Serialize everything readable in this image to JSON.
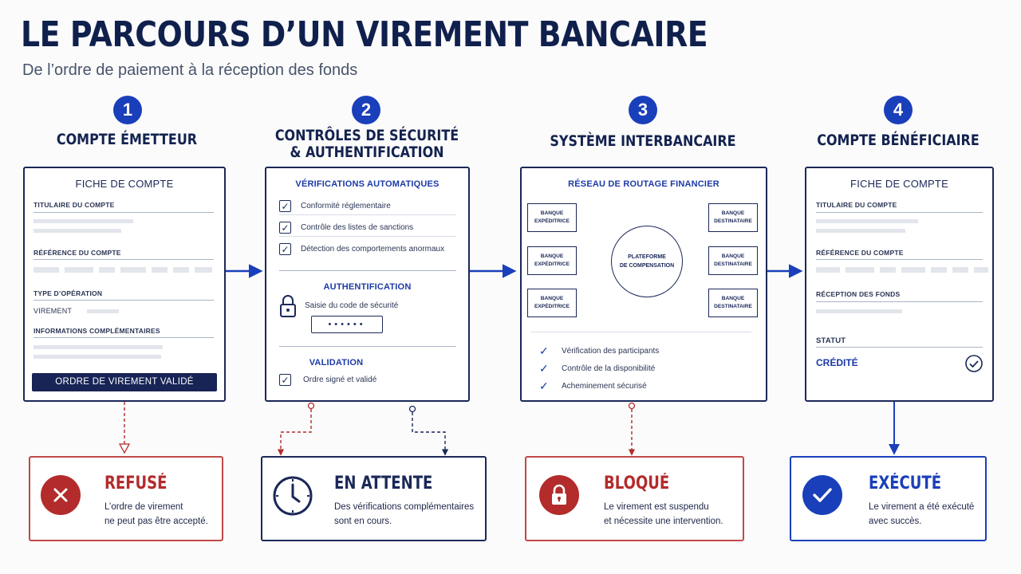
{
  "header": {
    "title": "LE PARCOURS D’UN VIREMENT BANCAIRE",
    "subtitle": "De l’ordre de paiement à la réception des fonds"
  },
  "colors": {
    "navy": "#1b2858",
    "blue": "#1a3fba",
    "red": "#b32b2b"
  },
  "steps": [
    {
      "number": "1",
      "title": "COMPTE ÉMETTEUR",
      "card": {
        "title": "FICHE DE COMPTE",
        "holder_label": "TITULAIRE DU COMPTE",
        "reference_label": "RÉFÉRENCE DU COMPTE",
        "operation_label": "TYPE D’OPÉRATION",
        "operation_value": "VIREMENT",
        "info_label": "INFORMATIONS COMPLÉMENTAIRES",
        "button": "ORDRE DE VIREMENT VALIDÉ"
      }
    },
    {
      "number": "2",
      "title_line1": "CONTRÔLES DE SÉCURITÉ",
      "title_line2": "& AUTHENTIFICATION",
      "card": {
        "auto_title": "VÉRIFICATIONS AUTOMATIQUES",
        "checks": [
          "Conformité réglementaire",
          "Contrôle des listes de sanctions",
          "Détection des comportements anormaux"
        ],
        "auth_title": "AUTHENTIFICATION",
        "auth_text": "Saisie du code de sécurité",
        "pin": "••••••",
        "validation_title": "VALIDATION",
        "validation_text": "Ordre signé et validé",
        "lock_icon": "padlock-icon"
      }
    },
    {
      "number": "3",
      "title": "SYSTÈME INTERBANCAIRE",
      "card": {
        "title": "RÉSEAU DE ROUTAGE FINANCIER",
        "sender_bank_line1": "BANQUE",
        "sender_bank_line2": "EXPÉDITRICE",
        "dest_bank_line1": "BANQUE",
        "dest_bank_line2": "DESTINATAIRE",
        "hub_line1": "PLATEFORME",
        "hub_line2": "DE COMPENSATION",
        "checks": [
          "Vérification des participants",
          "Contrôle de la disponibilité",
          "Acheminement sécurisé"
        ]
      }
    },
    {
      "number": "4",
      "title": "COMPTE BÉNÉFICIAIRE",
      "card": {
        "title": "FICHE DE COMPTE",
        "holder_label": "TITULAIRE DU COMPTE",
        "reference_label": "RÉFÉRENCE DU COMPTE",
        "funds_label": "RÉCEPTION DES FONDS",
        "status_label": "STATUT",
        "status_value": "CRÉDITÉ"
      }
    }
  ],
  "outcomes": [
    {
      "title": "REFUSÉ",
      "line1": "L’ordre de virement",
      "line2": "ne peut pas être accepté.",
      "icon": "x-circle-icon"
    },
    {
      "title": "EN ATTENTE",
      "line1": "Des vérifications complémentaires",
      "line2": "sont en cours.",
      "icon": "clock-icon"
    },
    {
      "title": "BLOQUÉ",
      "line1": "Le virement est suspendu",
      "line2": "et nécessite une intervention.",
      "icon": "padlock-icon"
    },
    {
      "title": "EXÉCUTÉ",
      "line1": "Le virement a été exécuté",
      "line2": "avec succès.",
      "icon": "check-circle-icon"
    }
  ]
}
